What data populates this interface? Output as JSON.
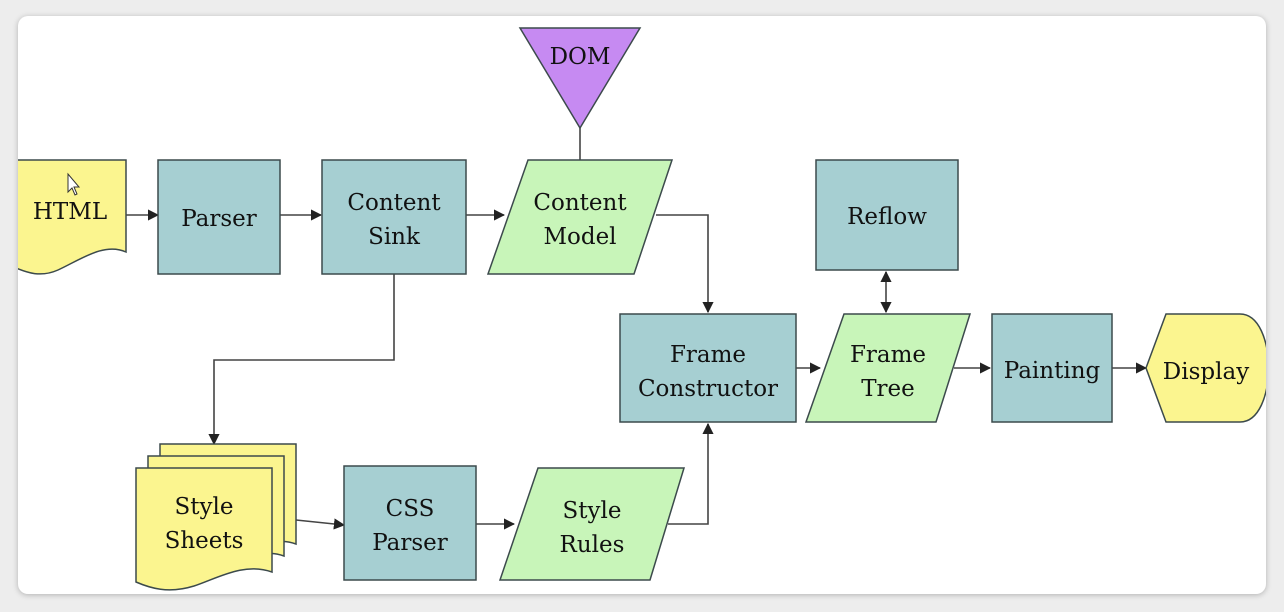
{
  "colors": {
    "process": "#a6cfd2",
    "data": "#c8f5b9",
    "document": "#fbf58f",
    "dom": "#c68af2",
    "stroke": "#3c4a4c",
    "line": "#444444"
  },
  "nodes": {
    "html": {
      "label": "HTML",
      "shape": "document"
    },
    "parser": {
      "label": "Parser",
      "shape": "process"
    },
    "content_sink": {
      "line1": "Content",
      "line2": "Sink",
      "shape": "process"
    },
    "content_model": {
      "line1": "Content",
      "line2": "Model",
      "shape": "data"
    },
    "dom": {
      "label": "DOM",
      "shape": "triangle"
    },
    "reflow": {
      "label": "Reflow",
      "shape": "process"
    },
    "frame_constructor": {
      "line1": "Frame",
      "line2": "Constructor",
      "shape": "process"
    },
    "frame_tree": {
      "line1": "Frame",
      "line2": "Tree",
      "shape": "data"
    },
    "painting": {
      "label": "Painting",
      "shape": "process"
    },
    "display": {
      "label": "Display",
      "shape": "display"
    },
    "style_sheets": {
      "line1": "Style",
      "line2": "Sheets",
      "shape": "multi-document"
    },
    "css_parser": {
      "line1": "CSS",
      "line2": "Parser",
      "shape": "process"
    },
    "style_rules": {
      "line1": "Style",
      "line2": "Rules",
      "shape": "data"
    }
  },
  "edges": [
    {
      "from": "html",
      "to": "parser",
      "arrow": "end"
    },
    {
      "from": "parser",
      "to": "content_sink",
      "arrow": "end"
    },
    {
      "from": "content_sink",
      "to": "content_model",
      "arrow": "end"
    },
    {
      "from": "content_model",
      "to": "dom",
      "arrow": "none"
    },
    {
      "from": "content_model",
      "to": "frame_constructor",
      "arrow": "end"
    },
    {
      "from": "content_sink",
      "to": "style_sheets",
      "arrow": "end"
    },
    {
      "from": "style_sheets",
      "to": "css_parser",
      "arrow": "end"
    },
    {
      "from": "css_parser",
      "to": "style_rules",
      "arrow": "end"
    },
    {
      "from": "style_rules",
      "to": "frame_constructor",
      "arrow": "end"
    },
    {
      "from": "frame_constructor",
      "to": "frame_tree",
      "arrow": "end"
    },
    {
      "from": "frame_tree",
      "to": "reflow",
      "arrow": "both"
    },
    {
      "from": "frame_tree",
      "to": "painting",
      "arrow": "end"
    },
    {
      "from": "painting",
      "to": "display",
      "arrow": "end"
    }
  ]
}
